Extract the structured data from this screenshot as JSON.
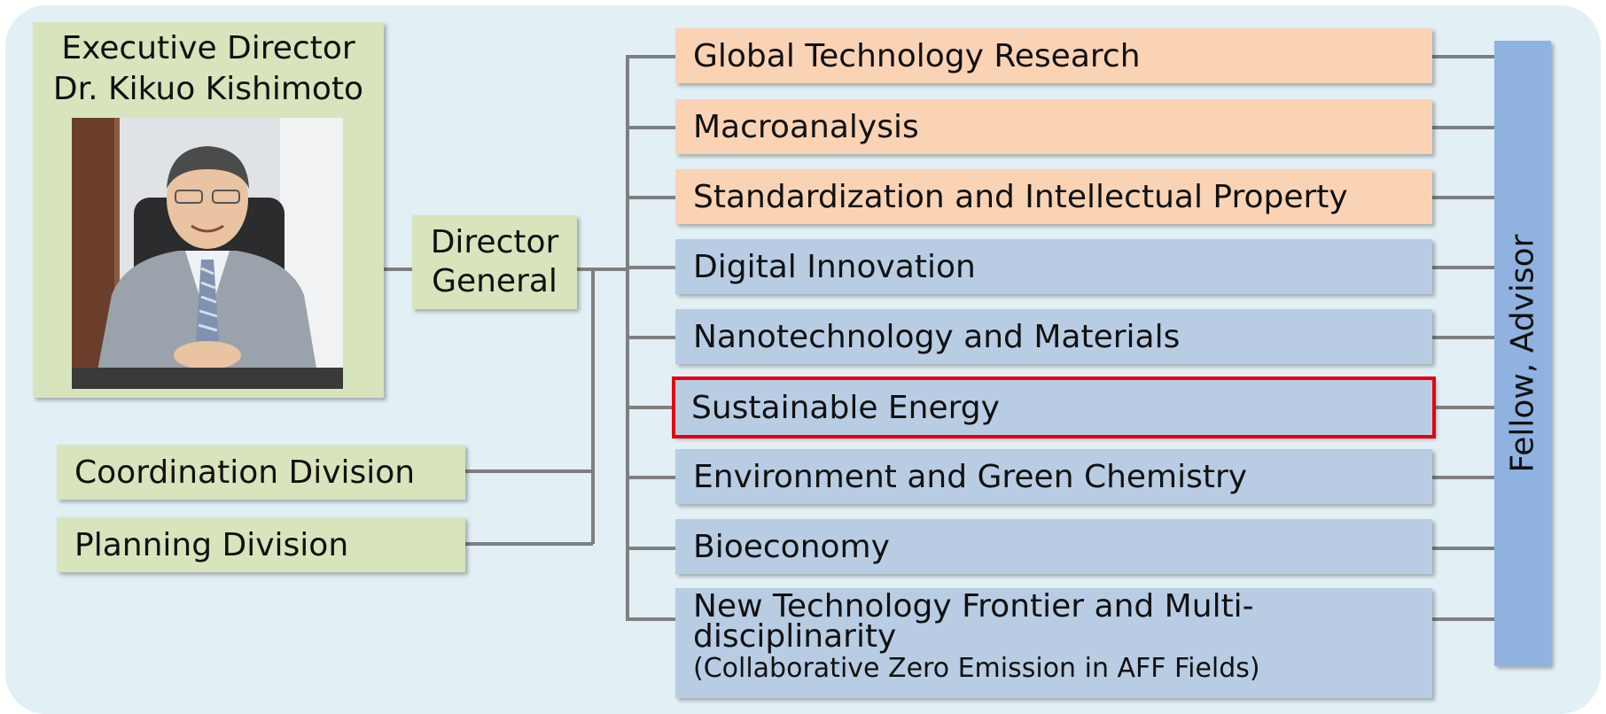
{
  "executive": {
    "title": "Executive Director",
    "name": "Dr. Kikuo Kishimoto",
    "photo_alt": "portrait photo"
  },
  "director_general": {
    "line1": "Director",
    "line2": "General"
  },
  "divisions": [
    {
      "label": "Coordination Division"
    },
    {
      "label": "Planning Division"
    }
  ],
  "units": [
    {
      "label": "Global Technology Research",
      "group": "orange"
    },
    {
      "label": "Macroanalysis",
      "group": "orange"
    },
    {
      "label": "Standardization and Intellectual Property",
      "group": "orange"
    },
    {
      "label": "Digital Innovation",
      "group": "blue"
    },
    {
      "label": "Nanotechnology and Materials",
      "group": "blue"
    },
    {
      "label": "Sustainable Energy",
      "group": "blue",
      "highlighted": true
    },
    {
      "label": "Environment and Green Chemistry",
      "group": "blue"
    },
    {
      "label": "Bioeconomy",
      "group": "blue"
    },
    {
      "line1": "New Technology Frontier and Multi-",
      "line2": "disciplinarity",
      "line3": "(Collaborative Zero Emission in AFF Fields)",
      "group": "blue"
    }
  ],
  "fellow": {
    "label": "Fellow, Advisor"
  },
  "colors": {
    "background": "#e2eff5",
    "green_box": "#d8e4bc",
    "orange_box": "#fad3b5",
    "blue_box": "#b8cde4",
    "fellow_box": "#8fb2e0",
    "connector": "#7f7f7f",
    "highlight": "#e3000f"
  }
}
